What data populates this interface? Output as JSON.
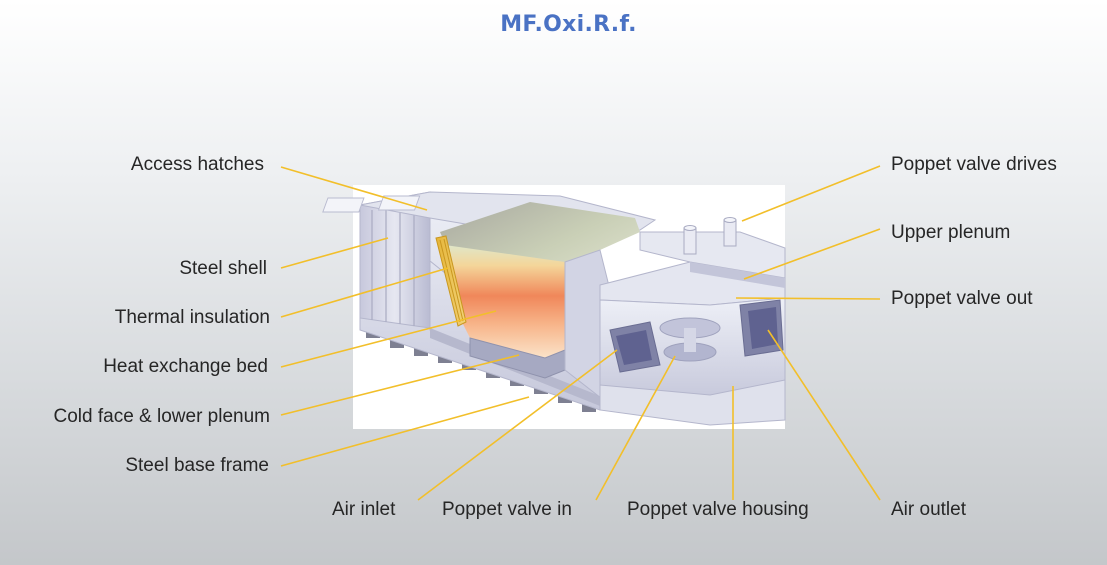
{
  "title": "MF.Oxi.R.f.",
  "colors": {
    "title": "#4a72c4",
    "leader": "#f2bf2a",
    "text": "#262626"
  },
  "labels": {
    "access_hatches": "Access hatches",
    "steel_shell": "Steel shell",
    "thermal_insulation": "Thermal insulation",
    "heat_exchange_bed": "Heat exchange bed",
    "cold_face_lower_plenum": "Cold face & lower plenum",
    "steel_base_frame": "Steel base frame",
    "air_inlet": "Air inlet",
    "poppet_valve_in": "Poppet valve in",
    "poppet_valve_housing": "Poppet valve housing",
    "air_outlet": "Air outlet",
    "poppet_valve_drives": "Poppet valve drives",
    "upper_plenum": "Upper plenum",
    "poppet_valve_out": "Poppet valve out"
  }
}
